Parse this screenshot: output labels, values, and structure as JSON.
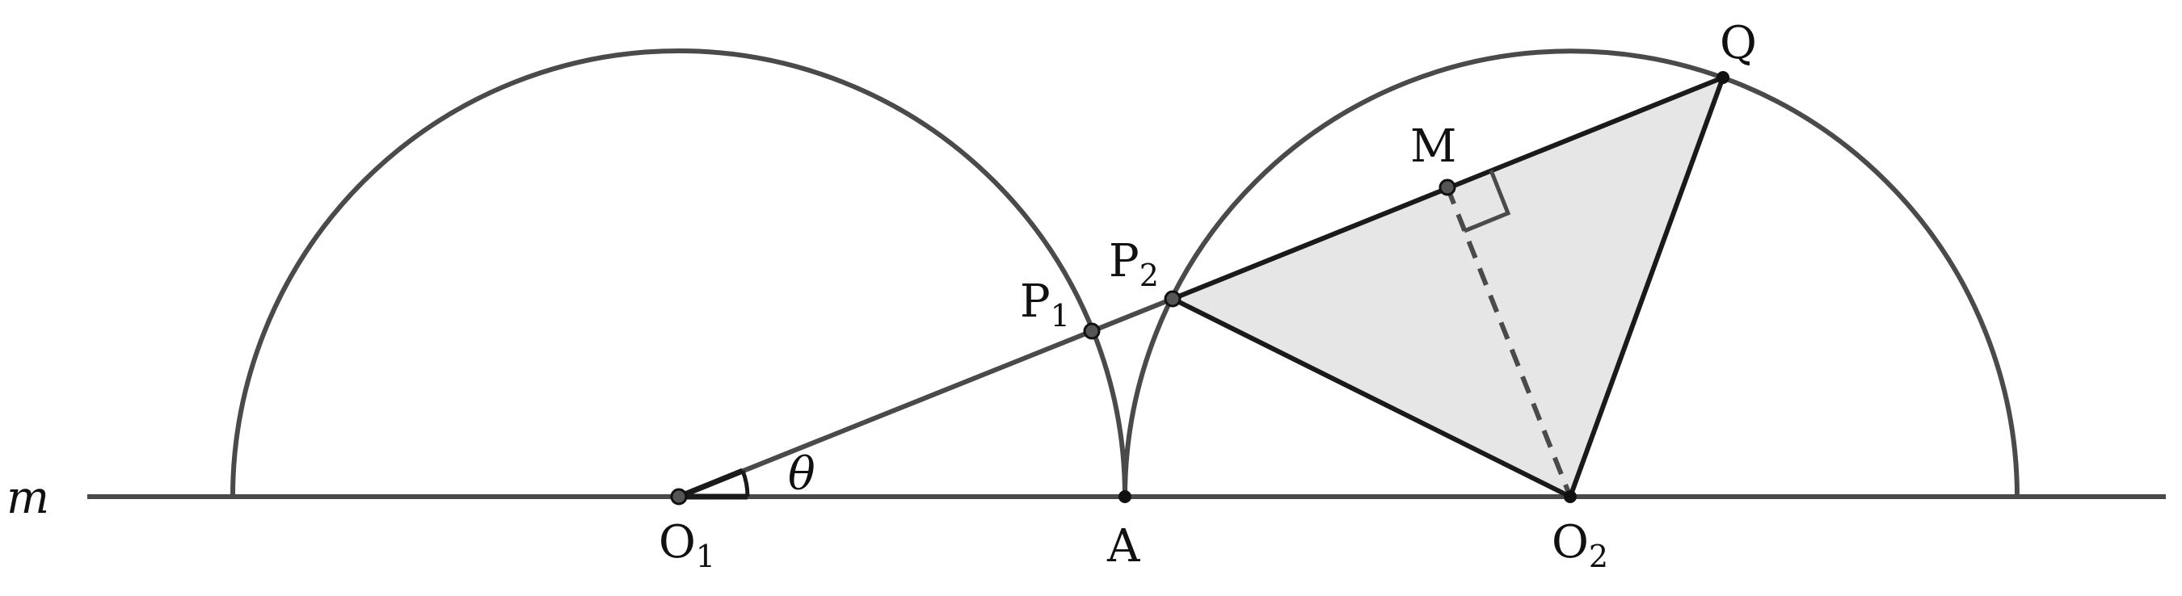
{
  "diagram": {
    "line_label": "m",
    "angle_label": "θ",
    "points": {
      "O1": {
        "base": "O",
        "sub": "1"
      },
      "A": {
        "base": "A",
        "sub": ""
      },
      "O2": {
        "base": "O",
        "sub": "2"
      },
      "P1": {
        "base": "P",
        "sub": "1"
      },
      "P2": {
        "base": "P",
        "sub": "2"
      },
      "M": {
        "base": "M",
        "sub": ""
      },
      "Q": {
        "base": "Q",
        "sub": ""
      }
    },
    "colors": {
      "stroke": "#4a4a4a",
      "dark_stroke": "#1a1a1a",
      "triangle_fill": "#e6e6e6",
      "point_fill": "#555555"
    }
  }
}
